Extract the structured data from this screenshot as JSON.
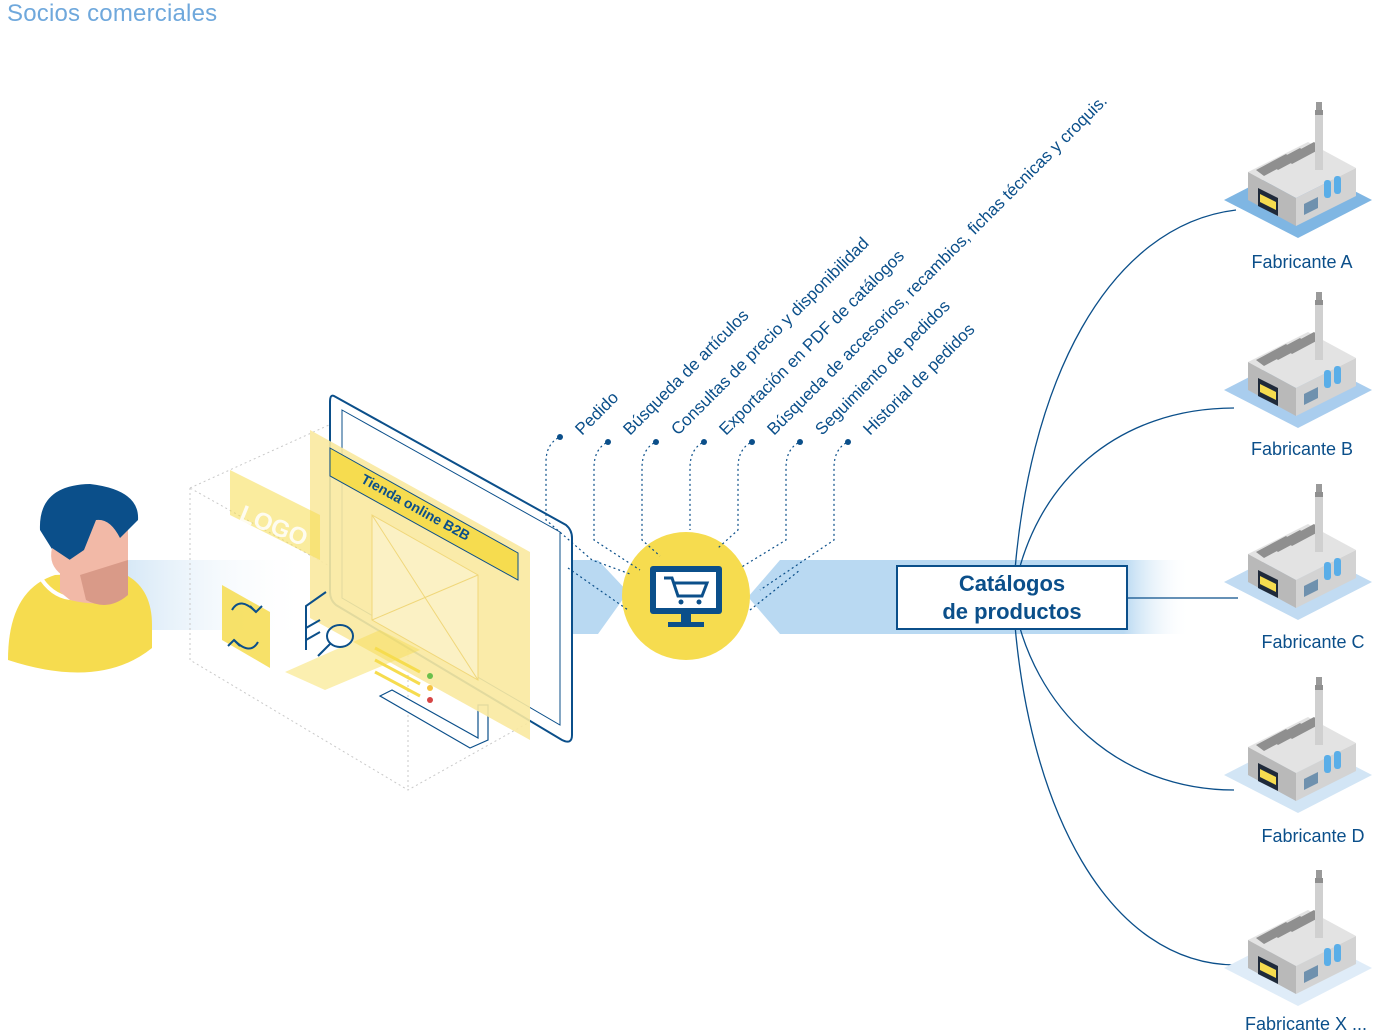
{
  "title": "Socios comerciales",
  "shop": {
    "banner": "Tienda online B2B",
    "logo": "LOGO"
  },
  "features": [
    "Pedido",
    "Búsqueda de artículos",
    "Consultas de precio y disponibilidad",
    "Exportación en PDF de catálogos",
    "Búsqueda de accesorios, recambios, fichas técnicas y croquis.",
    "Seguimiento de pedidos",
    "Historial de pedidos"
  ],
  "catalog_box": {
    "line1": "Catálogos",
    "line2": "de productos"
  },
  "manufacturers": [
    "Fabricante A",
    "Fabricante B",
    "Fabricante C",
    "Fabricante D",
    "Fabricante X ..."
  ],
  "icons": {
    "user": "person-avatar-icon",
    "cart": "shopping-cart-monitor-icon",
    "factory": "factory-icon",
    "sync": "sync-arrows-icon",
    "search": "magnifier-icon"
  },
  "colors": {
    "navy": "#0b4f8a",
    "yellow": "#f6dc4f",
    "light_blue": "#b9d9f2",
    "title_blue": "#6fa8dc"
  }
}
